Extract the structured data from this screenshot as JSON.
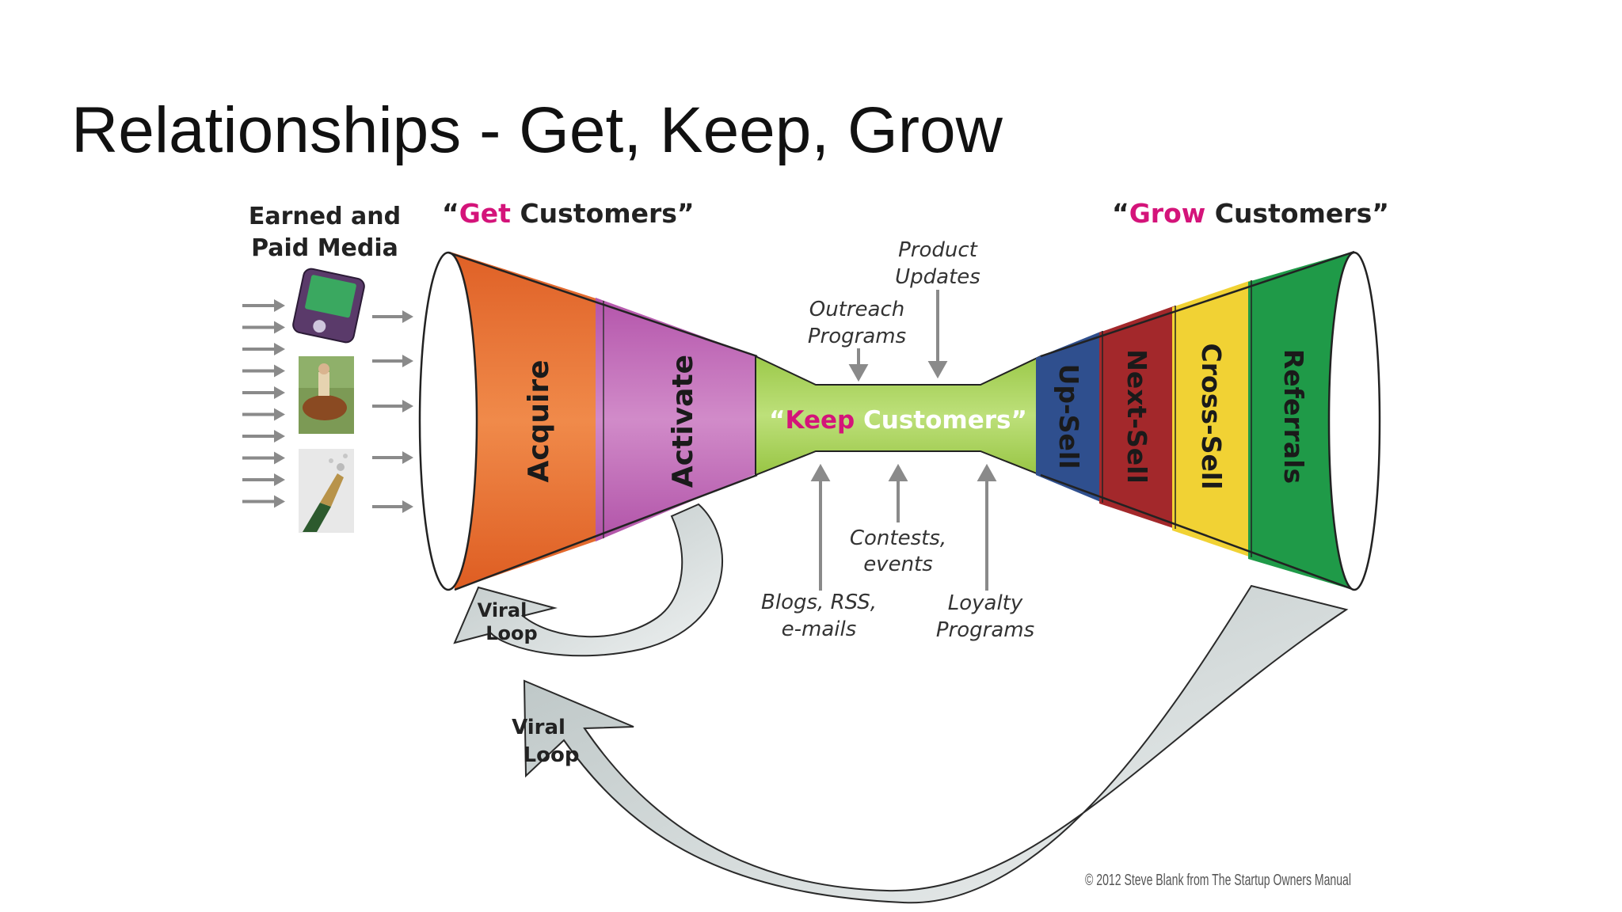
{
  "slide": {
    "title": "Relationships - Get, Keep, Grow"
  },
  "media": {
    "label_line1": "Earned and",
    "label_line2": "Paid Media",
    "images": [
      "media-player-icon",
      "cowboy-on-horse-photo",
      "champagne-bottle-photo"
    ]
  },
  "get": {
    "open_quote": "“",
    "highlight": "Get",
    "rest": " Customers”"
  },
  "grow": {
    "open_quote": "“",
    "highlight": "Grow",
    "rest": " Customers”"
  },
  "keep": {
    "open_quote": "“",
    "highlight": "Keep",
    "rest": " Customers”"
  },
  "stages": {
    "acquire": "Acquire",
    "activate": "Activate",
    "upsell": "Up-Sell",
    "nextsell": "Next-Sell",
    "crosssell": "Cross-Sell",
    "referrals": "Referrals"
  },
  "keep_inputs": {
    "product_updates": [
      "Product",
      "Updates"
    ],
    "outreach": [
      "Outreach",
      "Programs"
    ],
    "contests": [
      "Contests,",
      "events"
    ],
    "blogs": [
      "Blogs, RSS,",
      "e-mails"
    ],
    "loyalty": [
      "Loyalty",
      "Programs"
    ]
  },
  "viral_small": [
    "Viral",
    "Loop"
  ],
  "viral_large": [
    "Viral",
    "Loop"
  ],
  "copyright": "© 2012 Steve Blank from The Startup Owners Manual",
  "colors": {
    "accent": "#d4147a",
    "acquire": "#e8692b",
    "activate": "#c266b7",
    "keep": "#a9d45a",
    "upsell": "#2f4f8e",
    "nextsell": "#a3282b",
    "crosssell": "#f1d234",
    "referrals": "#1f9a48",
    "loop_arrow": "#c9d0d0"
  }
}
